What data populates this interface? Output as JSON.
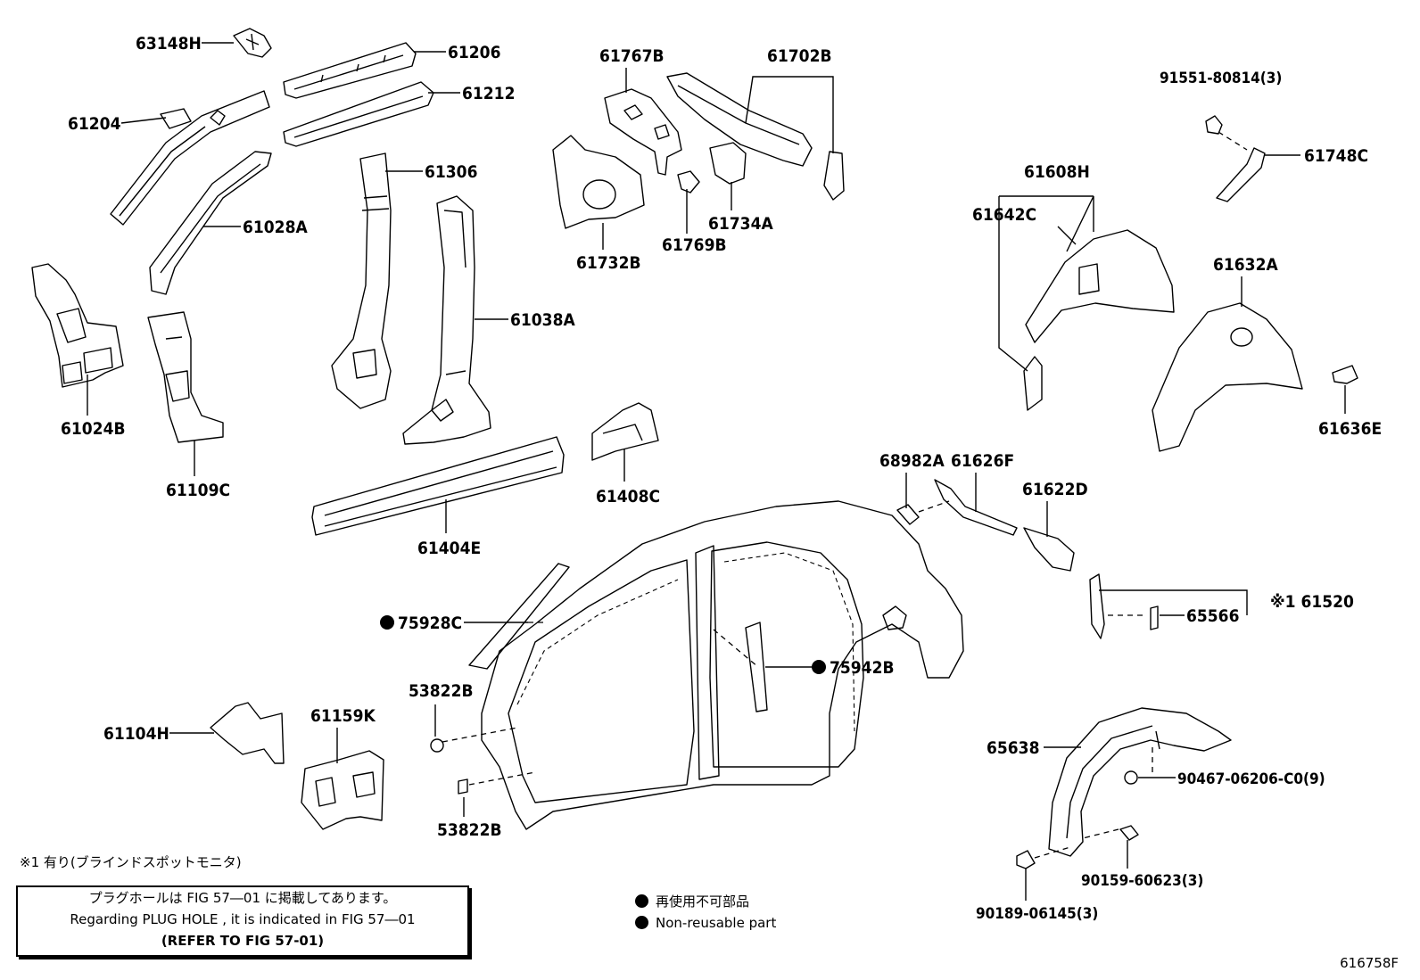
{
  "parts": {
    "p63148H": "63148H",
    "p61206": "61206",
    "p61212": "61212",
    "p61204": "61204",
    "p61306": "61306",
    "p61028A": "61028A",
    "p61024B": "61024B",
    "p61109C": "61109C",
    "p61038A": "61038A",
    "p61767B": "61767B",
    "p61702B": "61702B",
    "p61734A": "61734A",
    "p61769B": "61769B",
    "p61732B": "61732B",
    "p91551": "91551-80814(3)",
    "p61748C": "61748C",
    "p61608H": "61608H",
    "p61642C": "61642C",
    "p61632A": "61632A",
    "p61636E": "61636E",
    "p61408C": "61408C",
    "p61404E": "61404E",
    "p68982A": "68982A",
    "p61626F": "61626F",
    "p61622D": "61622D",
    "p61520": "※1 61520",
    "p65566": "65566",
    "p75928C": "75928C",
    "p75942B": "75942B",
    "p53822B_a": "53822B",
    "p53822B_b": "53822B",
    "p61104H": "61104H",
    "p61159K": "61159K",
    "p65638": "65638",
    "p90467": "90467-06206-C0(9)",
    "p90159": "90159-60623(3)",
    "p90189": "90189-06145(3)"
  },
  "footnote": "※1 有り(ブラインドスポットモニタ)",
  "notice": {
    "line1": "プラグホールは FIG 57―01 に掲載してあります。",
    "line2": "Regarding PLUG HOLE , it is indicated in FIG 57―01",
    "line3": "(REFER TO FIG 57-01)"
  },
  "legend": {
    "jp": "再使用不可部品",
    "en": "Non-reusable part"
  },
  "figure_id": "616758F"
}
